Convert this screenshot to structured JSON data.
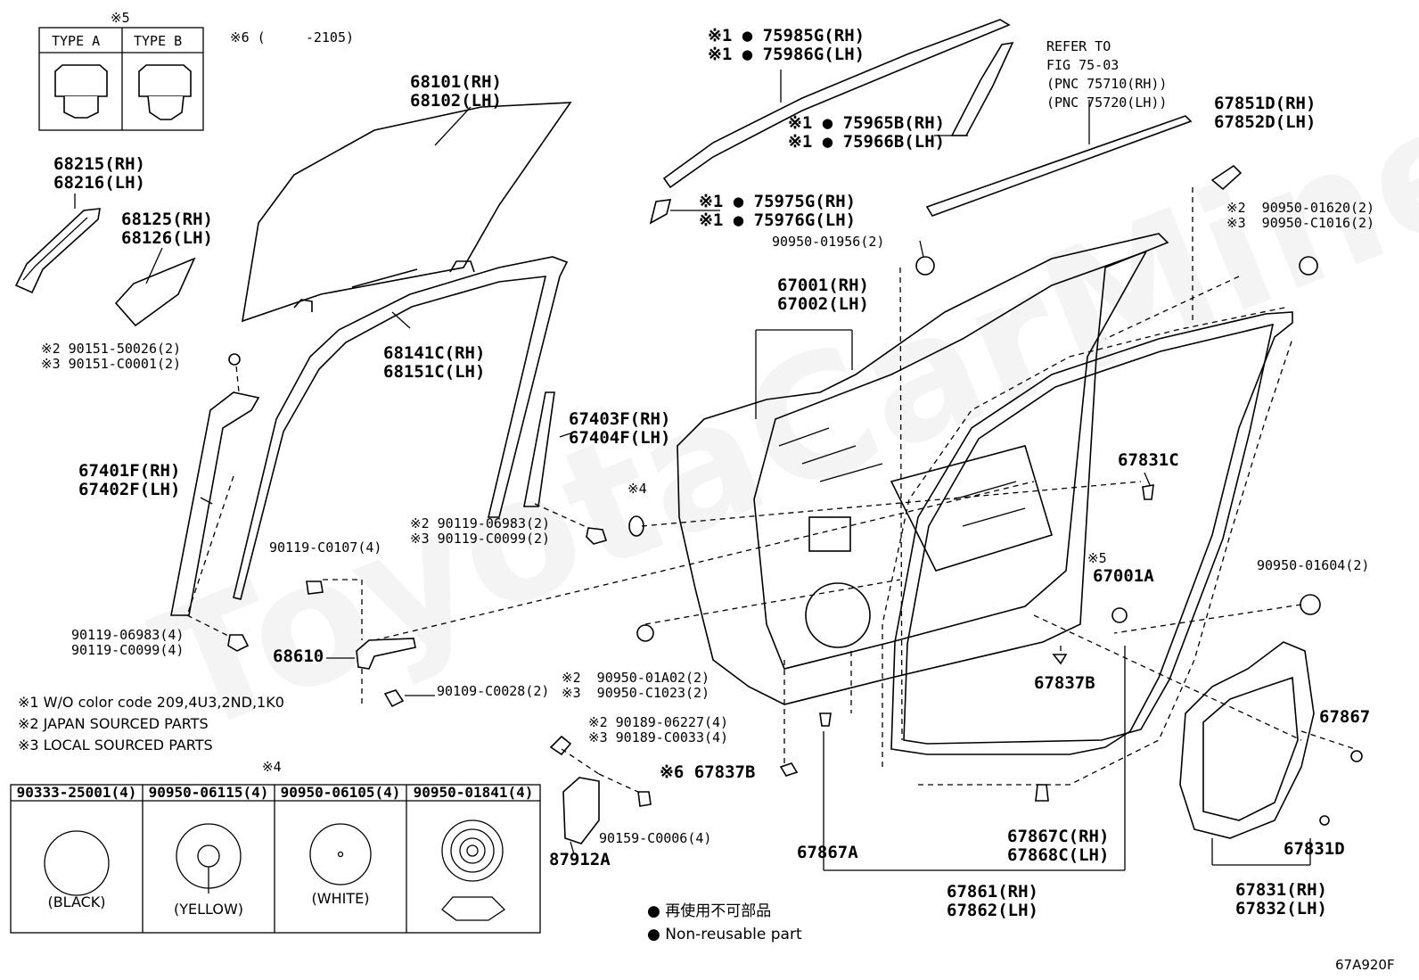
{
  "watermark": "ToyotaCarMine.ru",
  "fig_code": "67A920F",
  "type_box": {
    "mark": "※5",
    "type_a": "TYPE A",
    "type_b": "TYPE B"
  },
  "note6": "※6 (     -2105)",
  "parts": {
    "p68101": "68101(RH)\n68102(LH)",
    "p68215": "68215(RH)\n68216(LH)",
    "p68125": "68125(RH)\n68126(LH)",
    "p90151": "※2 90151-50026(2)\n※3 90151-C0001(2)",
    "p68141": "68141C(RH)\n68151C(LH)",
    "p67401": "67401F(RH)\n67402F(LH)",
    "p67403": "67403F(RH)\n67404F(LH)",
    "p90119a": "※2 90119-06983(2)\n※3 90119-C0099(2)",
    "p90119c": "90119-C0107(4)",
    "p90119b": "90119-06983(4)\n90119-C0099(4)",
    "p68610": "68610",
    "p90109": "90109-C0028(2)",
    "pmark4": "※4",
    "p75985": "※1 ● 75985G(RH)\n※1 ● 75986G(LH)",
    "p75965": "※1 ● 75965B(RH)\n※1 ● 75966B(LH)",
    "p75975": "※1 ● 75975G(RH)\n※1 ● 75976G(LH)",
    "p90950_01956": "90950-01956(2)",
    "prefer": "REFER TO\nFIG 75-03\n(PNC 75710(RH))\n(PNC 75720(LH))",
    "p67851": "67851D(RH)\n67852D(LH)",
    "p90950_01620": "※2  90950-01620(2)\n※3  90950-C1016(2)",
    "p67001": "67001(RH)\n67002(LH)",
    "p67831c": "67831C",
    "p67001a_mark": "※5",
    "p67001a": "67001A",
    "p90950_01604": "90950-01604(2)",
    "p90950_01a02": "※2  90950-01A02(2)\n※3  90950-C1023(2)",
    "p67837b": "67837B",
    "p90189": "※2 90189-06227(4)\n※3 90189-C0033(4)",
    "p67837b6": "※6 67837B",
    "p87912a": "87912A",
    "p90159": "90159-C0006(4)",
    "p67867a": "67867A",
    "p67867c": "67867C(RH)\n67868C(LH)",
    "p67861": "67861(RH)\n67862(LH)",
    "p67867": "67867",
    "p67831d": "67831D",
    "p67831": "67831(RH)\n67832(LH)"
  },
  "notes": {
    "n1": "※1 W/O color code 209,4U3,2ND,1K0",
    "n2": "※2 JAPAN SOURCED PARTS",
    "n3": "※3 LOCAL SOURCED PARTS"
  },
  "plug_table": {
    "mark": "※4",
    "columns": [
      {
        "part": "90333-25001(4)",
        "caption": "(BLACK)"
      },
      {
        "part": "90950-06115(4)",
        "caption": "(YELLOW)"
      },
      {
        "part": "90950-06105(4)",
        "caption": "(WHITE)"
      },
      {
        "part": "90950-01841(4)",
        "caption": ""
      }
    ]
  },
  "legend": {
    "jp": "● 再使用不可部品",
    "en": "● Non-reusable part"
  }
}
